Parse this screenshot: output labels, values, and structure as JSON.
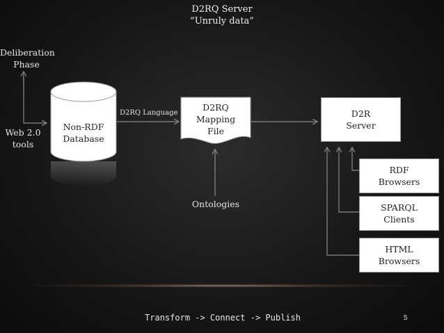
{
  "title": {
    "line1": "D2RQ  Server",
    "line2": "“Unruly data”"
  },
  "nodes": {
    "deliberation": {
      "line1": "Deliberation",
      "line2": "Phase"
    },
    "web20": {
      "line1": "Web 2.0",
      "line2": "tools"
    },
    "database": {
      "line1": "Non-RDF",
      "line2": "Database"
    },
    "mapping": {
      "line1": "D2RQ",
      "line2": "Mapping",
      "line3": "File"
    },
    "server": {
      "line1": "D2R",
      "line2": "Server"
    },
    "ontologies": "Ontologies",
    "rdf_browsers": {
      "line1": "RDF",
      "line2": "Browsers"
    },
    "sparql_clients": {
      "line1": "SPARQL",
      "line2": "Clients"
    },
    "html_browsers": {
      "line1": "HTML",
      "line2": "Browsers"
    }
  },
  "edge_labels": {
    "d2rq_language": "D2RQ Language"
  },
  "footer": {
    "text": "Transform -> Connect -> Publish",
    "page_number": "5"
  },
  "colors": {
    "background": "#141414",
    "box_fill": "#ffffff",
    "connector": "#8a8a8a",
    "text_light": "#e8e8e8"
  }
}
